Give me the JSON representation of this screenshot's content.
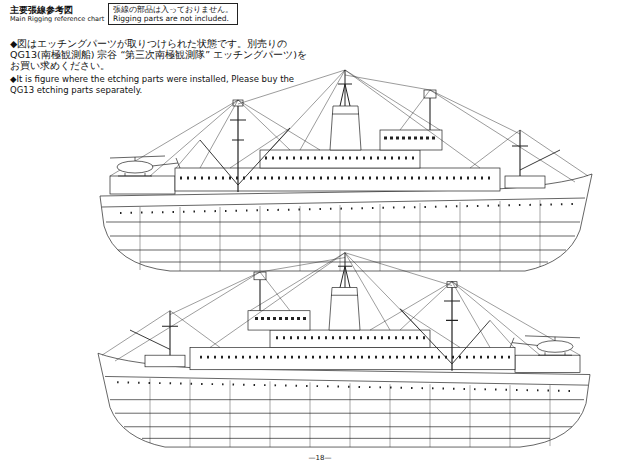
{
  "diagram": {
    "title": "主要張線参考図",
    "nodes": [
      {
        "text": [
          "張線の部品は入っておりません。",
          "Rigging parts are not included."
        ]
      }
    ],
    "labels": [
      "Main Rigging reference chart",
      "◆図はエッチングパーツが取りつけられた状態です。別売りのQG13(南極観測船) 宗谷 “第三次南極観測隊” エッチングパーツ)をお買い求めください。",
      "◆It is figure where the etching parts were installed, Please buy the QG13 etching parts separately.",
      "—18—"
    ]
  }
}
